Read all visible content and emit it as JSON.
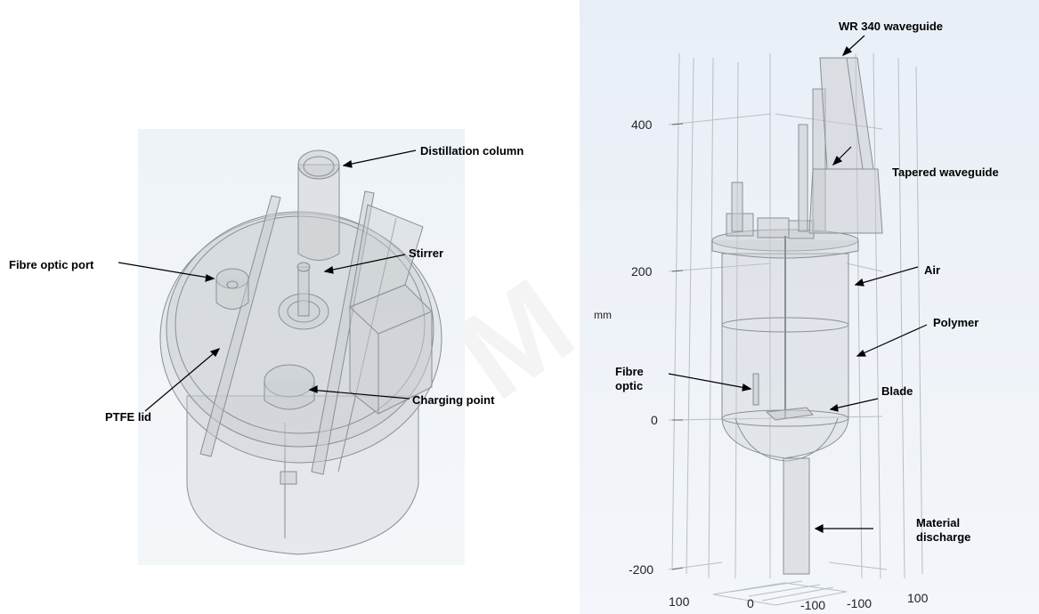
{
  "left_labels": {
    "distillation_column": "Distillation column",
    "fibre_optic_port": "Fibre optic port",
    "stirrer": "Stirrer",
    "ptfe_lid": "PTFE lid",
    "charging_point": "Charging point"
  },
  "right_labels": {
    "wr340": "WR 340 waveguide",
    "tapered": "Tapered waveguide",
    "air": "Air",
    "polymer": "Polymer",
    "fibre_optic": "Fibre optic",
    "blade": "Blade",
    "material_discharge": "Material discharge"
  },
  "axis": {
    "unit": "mm",
    "z_ticks": [
      "400",
      "200",
      "0",
      "-200"
    ],
    "bottom_ticks": [
      "100",
      "0",
      "-100",
      "-100",
      "100"
    ]
  },
  "colors": {
    "outline": "#8a8f95",
    "fill": "#c9ccd0",
    "arrow": "#000000",
    "grid": "#b9bec4"
  }
}
